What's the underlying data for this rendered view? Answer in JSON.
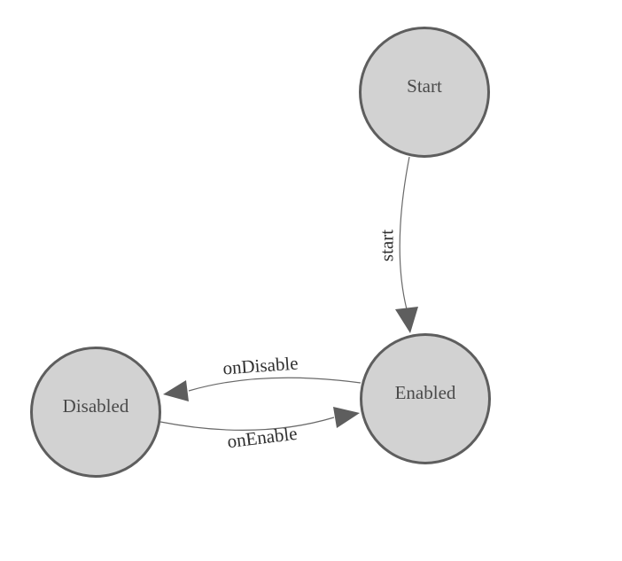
{
  "diagram": {
    "type": "state-machine",
    "colors": {
      "background": "#ffffff",
      "node_fill": "#d2d2d2",
      "node_border": "#5e5e5e",
      "edge_line": "#696969",
      "arrowhead": "#5e5e5e",
      "node_text": "#4a4a4a",
      "edge_text": "#2f2f2f"
    },
    "nodes": [
      {
        "id": "start",
        "label": "Start"
      },
      {
        "id": "enabled",
        "label": "Enabled"
      },
      {
        "id": "disabled",
        "label": "Disabled"
      }
    ],
    "edges": [
      {
        "id": "start",
        "label": "start",
        "from": "Start",
        "to": "Enabled"
      },
      {
        "id": "ondisable",
        "label": "onDisable",
        "from": "Enabled",
        "to": "Disabled"
      },
      {
        "id": "onenable",
        "label": "onEnable",
        "from": "Disabled",
        "to": "Enabled"
      }
    ]
  }
}
